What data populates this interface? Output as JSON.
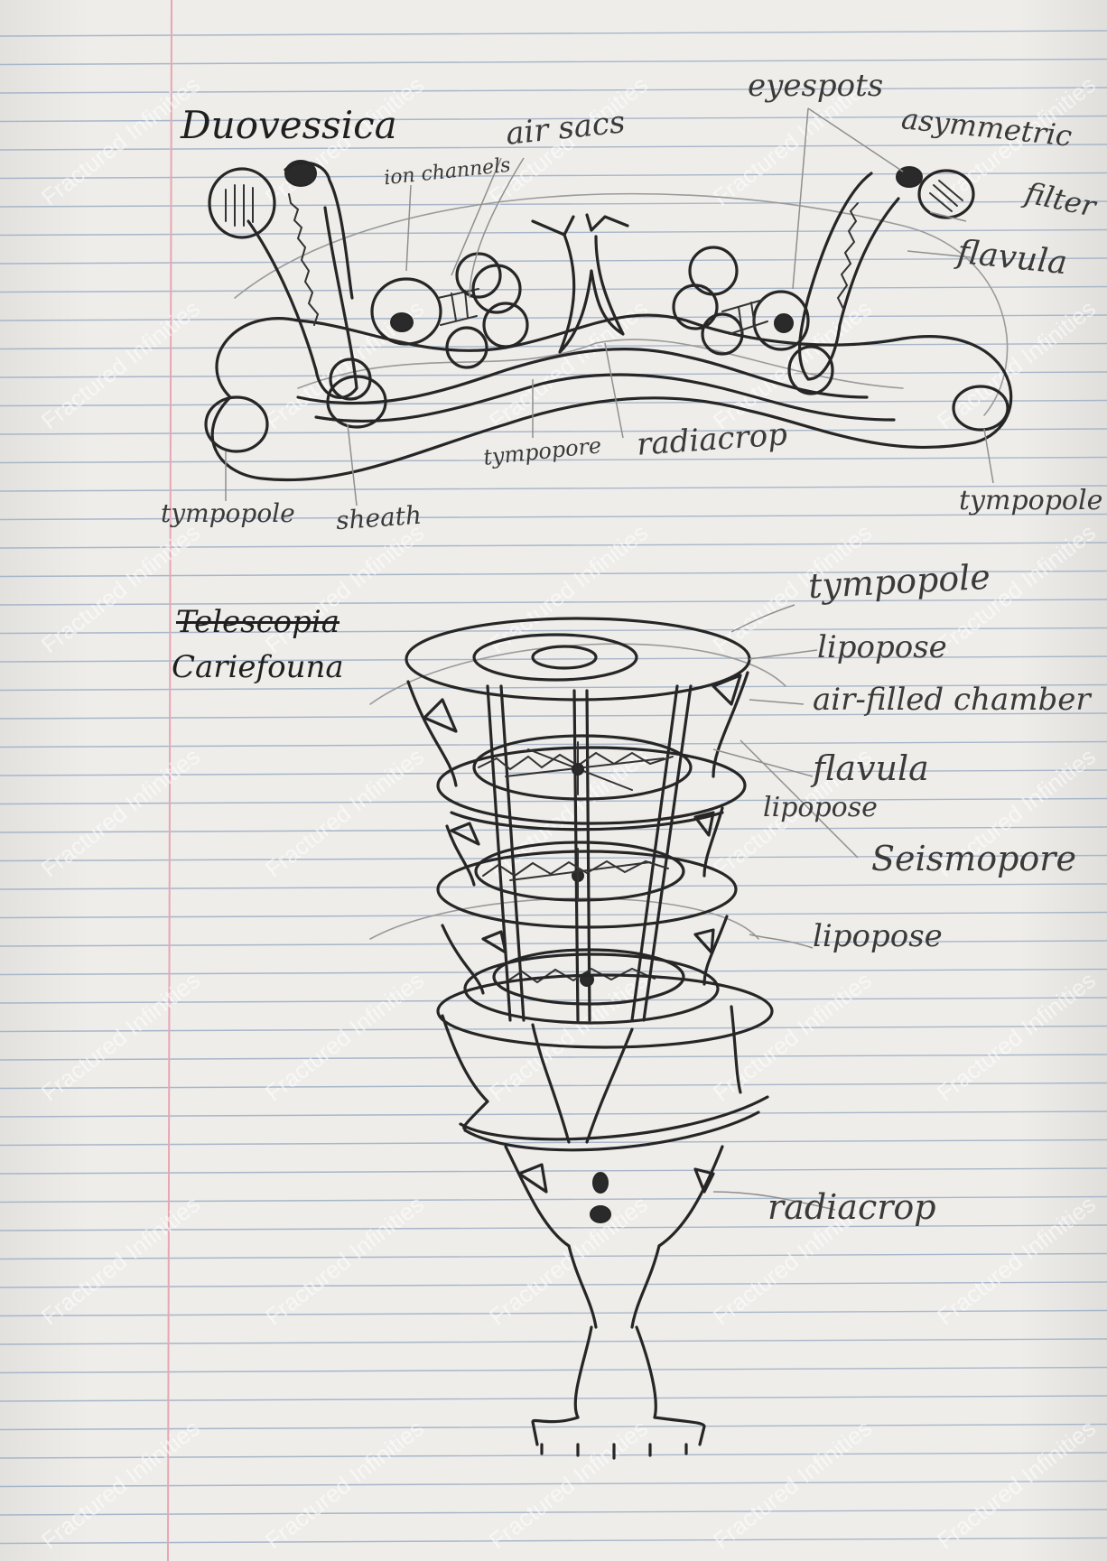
{
  "title_1": "Duovessica",
  "title_2_crossed": "Telescopia",
  "title_2": "Cariefouna",
  "labels_1": {
    "eyespots": "eyespots",
    "air_sacs": "air sacs",
    "ion_channels": "ion channels",
    "asymmetric": "asymmetric",
    "filter": "filter",
    "flavula": "flavula",
    "tympopore": "tympopore",
    "radiacrop": "radiacrop",
    "tympopole_left": "tympopole",
    "sheath": "sheath",
    "tympopole_right": "tympopole"
  },
  "labels_2": {
    "tympopole": "tympopole",
    "lipopose_1": "lipopose",
    "air_filled_chamber": "air-filled chamber",
    "flavula": "flavula",
    "lipopose_2": "lipopose",
    "seismopore": "Seismopore",
    "lipopose_3": "lipopose",
    "radiacrop": "radiacrop"
  },
  "watermark": "Fractured Infinities",
  "colors": {
    "ink": "#262626",
    "pencil": "#9a9a9a",
    "rule_blue": "#a7b6c9",
    "margin_pink": "#e7a6b3",
    "paper": "#eeedea"
  }
}
